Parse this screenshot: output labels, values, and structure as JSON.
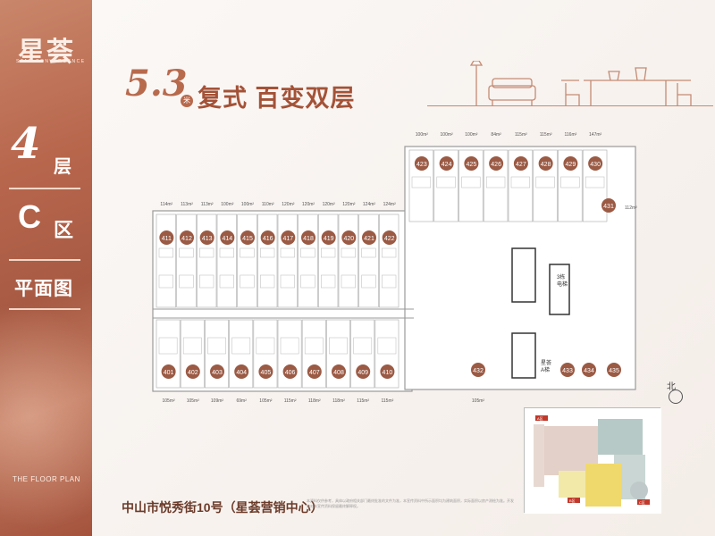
{
  "brand": {
    "logo_cn": "星荟",
    "logo_en": "STAR CONVERGENCE"
  },
  "sidebar": {
    "floor_number": "4",
    "floor_unit": "层",
    "zone_letter": "C",
    "zone_unit": "区",
    "plan_title": "平面图",
    "floor_plan_en": "THE FLOOR PLAN"
  },
  "headline": {
    "number": "5.3",
    "unit": "米",
    "text": "复式 百变双层"
  },
  "plan": {
    "top_row_units": [
      "411",
      "412",
      "413",
      "414",
      "415",
      "416",
      "417",
      "418",
      "419",
      "420",
      "421",
      "422"
    ],
    "top_row_areas": [
      "114m²",
      "113m²",
      "113m²",
      "100m²",
      "100m²",
      "110m²",
      "120m²",
      "120m²",
      "120m²",
      "120m²",
      "124m²",
      "124m²"
    ],
    "bottom_row_units": [
      "401",
      "402",
      "403",
      "404",
      "405",
      "406",
      "407",
      "408",
      "409",
      "410"
    ],
    "bottom_row_areas": [
      "105m²",
      "105m²",
      "109m²",
      "69m²",
      "105m²",
      "115m²",
      "118m²",
      "118m²",
      "115m²",
      "115m²"
    ],
    "upper_block_units": [
      "423",
      "424",
      "425",
      "426",
      "427",
      "428",
      "429",
      "430"
    ],
    "upper_block_areas": [
      "100m²",
      "100m²",
      "100m²",
      "84m²",
      "115m²",
      "115m²",
      "116m²",
      "147m²"
    ],
    "right_units": [
      "431",
      "432",
      "433",
      "434",
      "435"
    ],
    "right_areas": [
      "112m²",
      "105m²"
    ],
    "core_label_3": "3栋",
    "core_label_3b": "电梯",
    "core_label_a": "星荟",
    "core_label_ab": "A梯",
    "north_label": "北"
  },
  "minimap_labels": [
    "A区",
    "B区",
    "C区"
  ],
  "footer": {
    "address": "中山市悦秀街10号（星荟营销中心）",
    "fineprint": "本资料仅供参考，具体以政府相关部门最终批准的文件为准，本宣传资料中所示面积均为建筑面积，实际面积以房产测绘为准。开发商对本宣传资料保留最终解释权。"
  },
  "colors": {
    "brand": "#b86a4d",
    "unit_badge": "#9b5a44",
    "plan_line": "#9a9a9a"
  }
}
